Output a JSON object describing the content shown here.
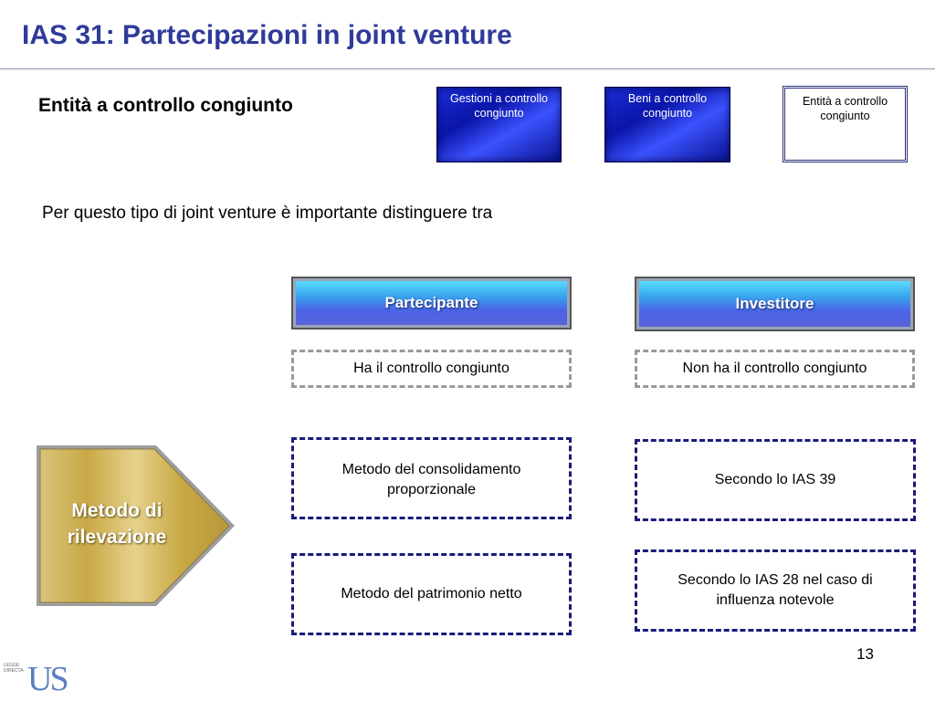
{
  "slide": {
    "title": "IAS 31: Partecipazioni in joint venture",
    "subtitle": "Entità a controllo congiunto",
    "intro": "Per questo tipo di joint venture è importante distinguere tra",
    "page_number": "13"
  },
  "categories": [
    {
      "label": "Gestioni a controllo congiunto",
      "style": "blue"
    },
    {
      "label": "Beni a controllo congiunto",
      "style": "blue"
    },
    {
      "label": "Entità a controllo congiunto",
      "style": "white"
    }
  ],
  "columns": {
    "left": {
      "header": "Partecipante",
      "control": "Ha il controllo congiunto",
      "methods": [
        "Metodo del consolidamento proporzionale",
        "Metodo del patrimonio netto"
      ]
    },
    "right": {
      "header": "Investitore",
      "control": "Non ha il controllo congiunto",
      "methods": [
        "Secondo lo IAS 39",
        "Secondo lo IAS 28 nel caso di influenza notevole"
      ]
    }
  },
  "arrow": {
    "label": "Metodo di rilevazione"
  },
  "logo": {
    "small_text": "LEGGE DIRECTA",
    "letters": "US"
  },
  "colors": {
    "title": "#2f3a9a",
    "dark_blue_dash": "#1a1a7a",
    "grey_dash": "#9a9a9a",
    "gold": "#d4b95a"
  }
}
